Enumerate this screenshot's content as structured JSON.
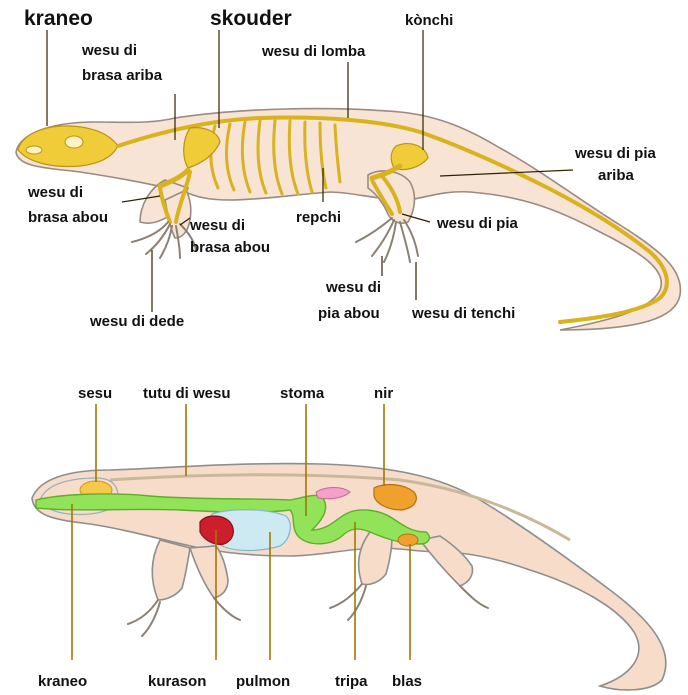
{
  "skeleton": {
    "labels": {
      "kraneo": "kraneo",
      "skouder": "skouder",
      "konchi": "kònchi",
      "wesu_di_brasa_ariba_1": "wesu di",
      "wesu_di_brasa_ariba_2": "brasa ariba",
      "wesu_di_lomba": "wesu di lomba",
      "wesu_di_pia_ariba_1": "wesu di pia",
      "wesu_di_pia_ariba_2": "ariba",
      "wesu_di_brasa_abou_left_1": "wesu di",
      "wesu_di_brasa_abou_left_2": "brasa abou",
      "wesu_di_brasa_abou_right_1": "wesu di",
      "wesu_di_brasa_abou_right_2": "brasa abou",
      "repchi": "repchi",
      "wesu_di_pia": "wesu di pia",
      "wesu_di_dede": "wesu di dede",
      "wesu_di_pia_abou_1": "wesu di",
      "wesu_di_pia_abou_2": "pia abou",
      "wesu_di_tenchi": "wesu di tenchi"
    }
  },
  "anatomy": {
    "labels": {
      "sesu": "sesu",
      "tutu_di_wesu": "tutu di wesu",
      "stoma": "stoma",
      "nir": "nir",
      "kraneo": "kraneo",
      "kurason": "kurason",
      "pulmon": "pulmon",
      "tripa": "tripa",
      "blas": "blas"
    }
  },
  "colors": {
    "bone": "#f0cc38",
    "skin": "#f8e4d4",
    "organ_green": "#93e35a",
    "heart": "#cc1f2b",
    "lung": "#cdeaf2",
    "kidney": "#f0a02c",
    "gland": "#f5a0c8",
    "brain": "#f6c94a"
  }
}
